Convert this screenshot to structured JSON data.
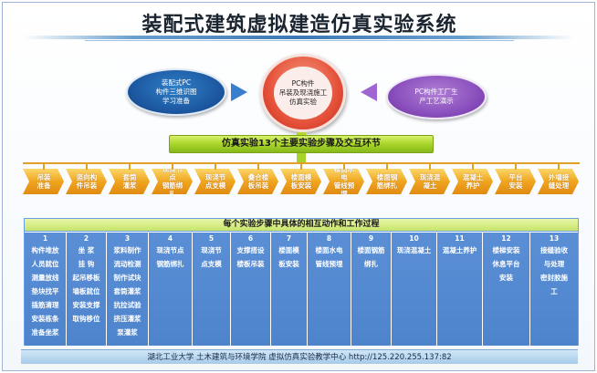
{
  "title": "装配式建筑虚拟建造仿真实验系统",
  "top": {
    "left_bubble": [
      "装配式PC",
      "构件三维识图",
      "学习准备"
    ],
    "center_bubble": [
      "PC构件",
      "吊装及现浇施工",
      "仿真实验"
    ],
    "right_bubble": [
      "PC构件工厂生",
      "产工艺演示"
    ]
  },
  "main_bar": "仿真实验13个主要实验步骤及交互环节",
  "steps": [
    [
      "吊装",
      "准备"
    ],
    [
      "竖向构",
      "件吊装"
    ],
    [
      "套筒",
      "灌浆"
    ],
    [
      "现浇节点",
      "钢筋绑扎"
    ],
    [
      "现浇节",
      "点支模"
    ],
    [
      "叠合楼",
      "板吊装"
    ],
    [
      "楼面模",
      "板安装"
    ],
    [
      "楼面水电",
      "管线预埋"
    ],
    [
      "楼面钢",
      "筋绑扎"
    ],
    [
      "现浇混",
      "凝土"
    ],
    [
      "混凝土",
      "养护"
    ],
    [
      "平台",
      "安装"
    ],
    [
      "外墙接",
      "缝处理"
    ]
  ],
  "table": {
    "header": "每个实验步骤中具体的相互动作和工作过程",
    "columns": [
      {
        "num": "1",
        "lines": [
          "构件堆放",
          "人员就位",
          "测量放线",
          "垫块找平",
          "插筋清理",
          "安装栋条",
          "准备坐浆"
        ]
      },
      {
        "num": "2",
        "lines": [
          "坐 浆",
          "挂 钩",
          "起吊移板",
          "墙板就位",
          "安装支撑",
          "取钩移位"
        ]
      },
      {
        "num": "3",
        "lines": [
          "浆料制作",
          "流动检测",
          "制作试块",
          "套筒灌浆",
          "抗拉试验",
          "挤压灌浆",
          "泵灌浆"
        ]
      },
      {
        "num": "4",
        "lines": [
          "现浇节点",
          "钢筋绑扎"
        ]
      },
      {
        "num": "5",
        "lines": [
          "现浇节",
          "点支模"
        ]
      },
      {
        "num": "6",
        "lines": [
          "支撑搭设",
          "楼板吊装"
        ]
      },
      {
        "num": "7",
        "lines": [
          "楼面模",
          "板安装"
        ]
      },
      {
        "num": "8",
        "lines": [
          "楼面水电",
          "管线预埋"
        ]
      },
      {
        "num": "9",
        "lines": [
          "楼面钢筋",
          "绑扎"
        ]
      },
      {
        "num": "10",
        "lines": [
          "现浇混凝土"
        ]
      },
      {
        "num": "11",
        "lines": [
          "混凝土养护"
        ]
      },
      {
        "num": "12",
        "lines": [
          "楼梯安装",
          "休息平台",
          "安装"
        ]
      },
      {
        "num": "13",
        "lines": [
          "接缝验收",
          "与处理",
          "密封胶施",
          "工"
        ]
      }
    ]
  },
  "footer": "湖北工业大学 土木建筑与环境学院 虚拟仿真实验教学中心 http://125.220.255.137:82"
}
